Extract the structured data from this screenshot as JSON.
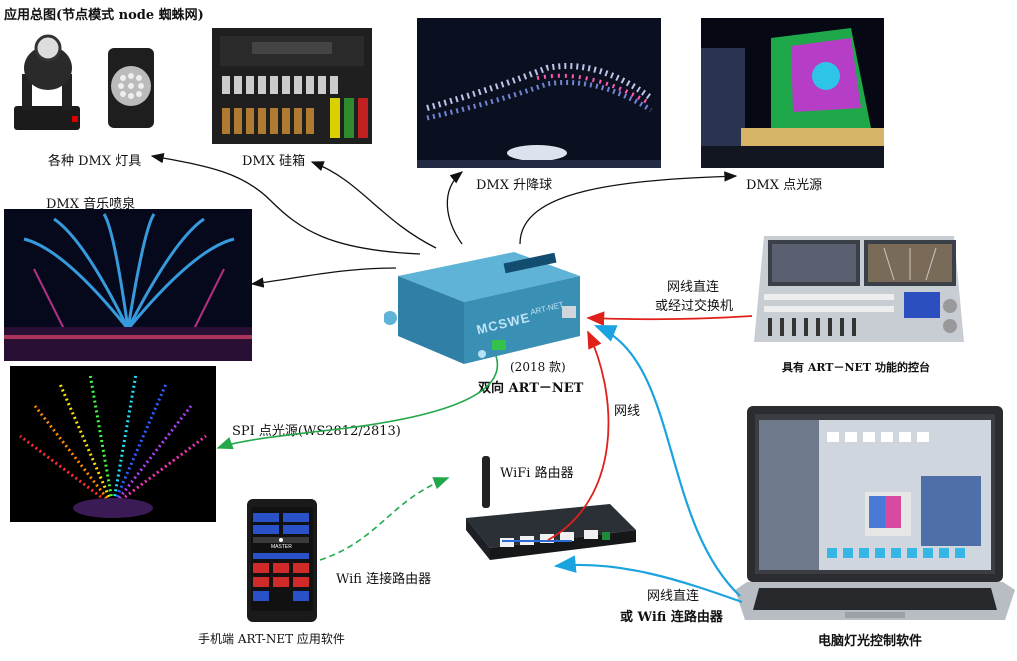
{
  "title": "应用总图(节点模式 node  蜘蛛网)",
  "labels": {
    "dmx_fixtures": "各种 DMX 灯具",
    "dmx_dimmer": "DMX 硅箱",
    "dmx_kinetic_ball": "DMX 升降球",
    "dmx_pixel": "DMX 点光源",
    "fountain": "DMX  音乐喷泉",
    "network_direct": "网线直连",
    "via_switch": "或经过交换机",
    "console": "具有 ART－NET 功能的控台",
    "device_year": "(2018 款)",
    "device_name": "双向 ART－NET",
    "spi": "SPI 点光源(WS2812/2813)",
    "cable": "网线",
    "wifi_router": "WiFi 路由器",
    "wifi_connect": "Wifi 连接路由器",
    "mobile_app": "手机端 ART-NET 应用软件",
    "net_direct2": "网线直连",
    "or_wifi": "或 Wifi 连路由器",
    "pc_software": "电脑灯光控制软件"
  },
  "device": {
    "brand": "MCSWE",
    "model": "ART-NET"
  },
  "phone": {
    "master": "MASTER"
  },
  "colors": {
    "arrow_black": "#111111",
    "arrow_red": "#e0201b",
    "arrow_blue": "#1aa3df",
    "arrow_green": "#22a84a",
    "device_blue": "#3a8fb5"
  }
}
